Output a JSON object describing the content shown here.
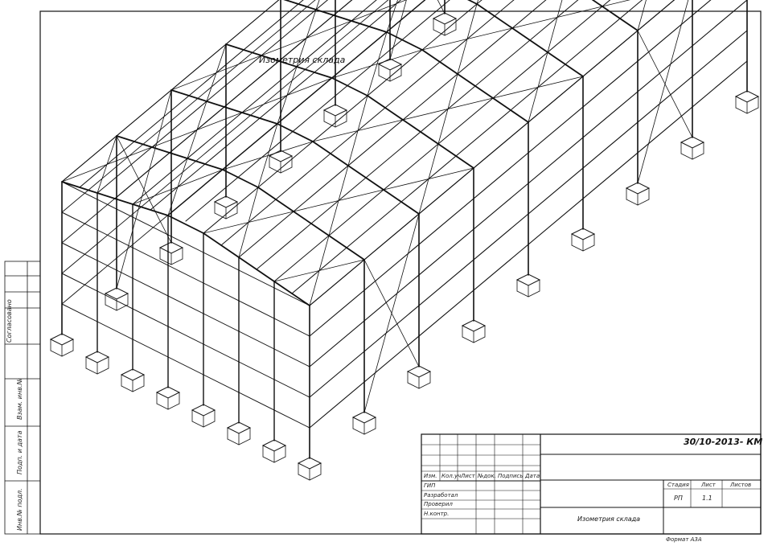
{
  "drawing_title": "Изометрия склада",
  "side_stamp": {
    "labels": [
      "Согласовано",
      "Взам. инв.№",
      "Подп. и дата",
      "Инв.№ подл."
    ]
  },
  "title_block": {
    "doc_code": "30/10-2013- КМ",
    "columns": [
      "Изм.",
      "Кол.уч",
      "Лист",
      "№док.",
      "Подпись",
      "Дата"
    ],
    "roles": [
      "ГИП",
      "Разработал",
      "Проверил",
      "Н.контр."
    ],
    "stage_header": "Стадия",
    "sheet_header": "Лист",
    "sheets_header": "Листов",
    "stage_value": "РП",
    "sheet_value": "1.1",
    "sheets_value": "",
    "sheet_name": "Изометрия склада"
  },
  "format_label": "Формат А3А",
  "colors": {
    "line": "#111111",
    "paper": "#ffffff"
  }
}
